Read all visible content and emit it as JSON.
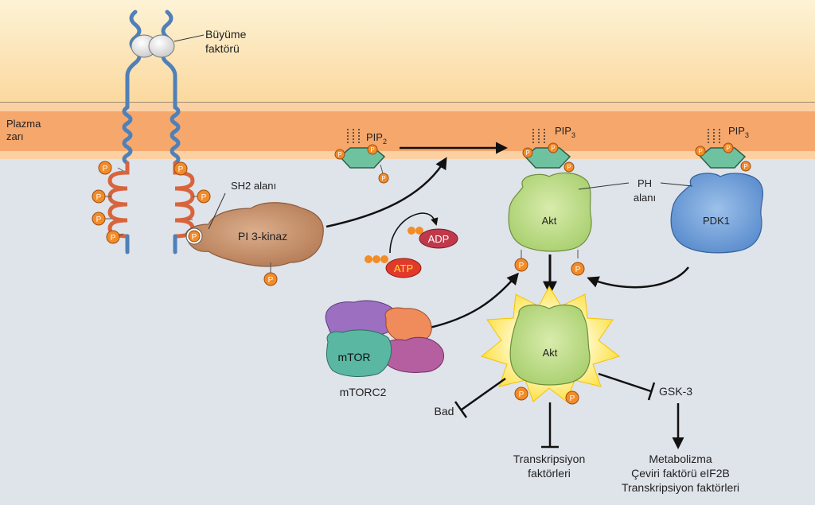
{
  "labels": {
    "growth_factor_1": "Büyüme",
    "growth_factor_2": "faktörü",
    "membrane_1": "Plazma",
    "membrane_2": "zarı",
    "sh2": "SH2 alanı",
    "pi3k": "PI 3-kinaz",
    "pip2": "PIP",
    "pip2_sub": "2",
    "pip3": "PIP",
    "pip3_sub": "3",
    "pip3b": "PIP",
    "pip3b_sub": "3",
    "ph_1": "PH",
    "ph_2": "alanı",
    "akt": "Akt",
    "akt_active": "Akt",
    "pdk1": "PDK1",
    "adp": "ADP",
    "atp": "ATP",
    "mtor": "mTOR",
    "mtorc2": "mTORC2",
    "bad": "Bad",
    "gsk3": "GSK-3",
    "tf_1": "Transkripsiyon",
    "tf_2": "faktörleri",
    "meta_1": "Metabolizma",
    "meta_2": "Çeviri faktörü eIF2B",
    "meta_3": "Transkripsiyon faktörleri",
    "phospho": "P"
  },
  "colors": {
    "extracellular_top": "#fdf0c8",
    "extracellular_bottom": "#fbd79a",
    "membrane": "#f6a76b",
    "cytoplasm": "#dde2ea",
    "receptor_blue": "#5b8ec6",
    "receptor_red": "#d9643c",
    "phospho_orange": "#f28c28",
    "pi3k_brown": "#c88e6a",
    "akt_green": "#bfdc8a",
    "pdk1_blue": "#6f9fd8",
    "pip_teal": "#6fc2a0",
    "atp_red": "#e23a2a",
    "adp_red": "#c0394b",
    "mtor_teal": "#5ab7a2",
    "mtor_purple": "#9c6fc0",
    "mtor_orange": "#f08b5b",
    "mtor_magenta": "#b65fa0",
    "starburst": "#fde35a"
  }
}
